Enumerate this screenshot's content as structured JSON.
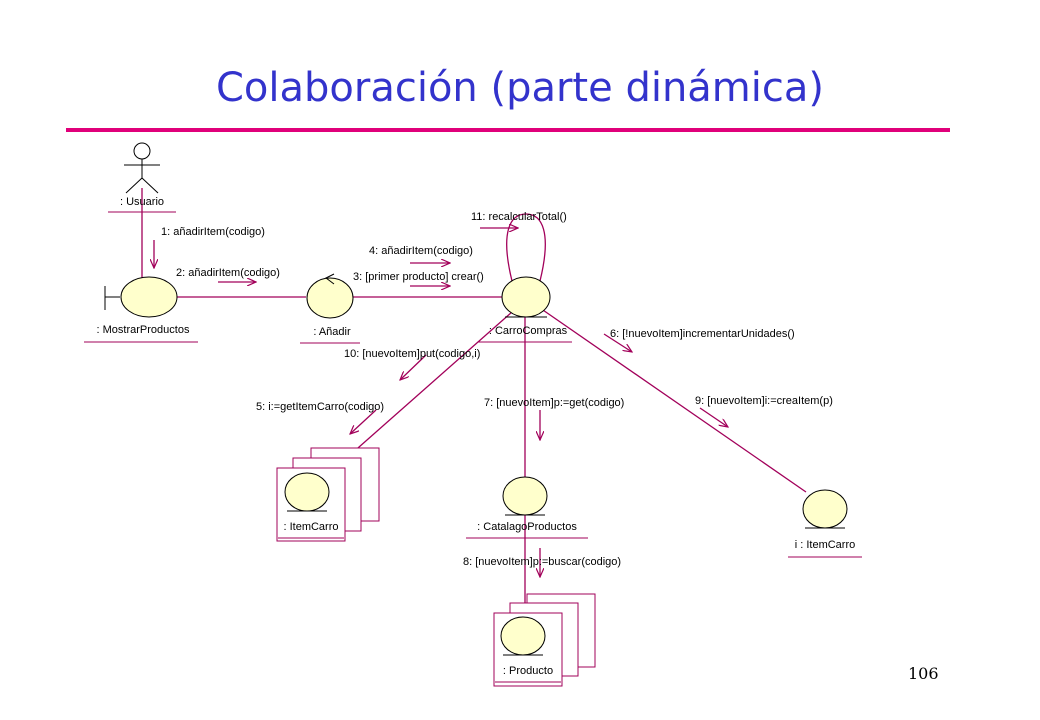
{
  "slide": {
    "title": "Colaboración (parte dinámica)",
    "page_number": "106"
  },
  "objects": {
    "usuario": ": Usuario",
    "mostrar": ": MostrarProductos",
    "anadir": ": Añadir",
    "carro": ": CarroCompras",
    "itemcarro_multi": ": ItemCarro",
    "catalogo": ": CatalagoProductos",
    "producto": ": Producto",
    "itemcarro_i": "i : ItemCarro"
  },
  "messages": {
    "m1": "1: añadirItem(codigo)",
    "m2": "2: añadirItem(codigo)",
    "m3": "3: [primer producto] crear()",
    "m4": "4: añadirItem(codigo)",
    "m5": "5: i:=getItemCarro(codigo)",
    "m6": "6: [!nuevoItem]incrementarUnidades()",
    "m7": "7: [nuevoItem]p:=get(codigo)",
    "m8": "8: [nuevoItem]p:=buscar(codigo)",
    "m9": "9: [nuevoItem]i:=creaItem(p)",
    "m10": "10: [nuevoItem]put(codigo,i)",
    "m11": "11: recalcularTotal()"
  }
}
